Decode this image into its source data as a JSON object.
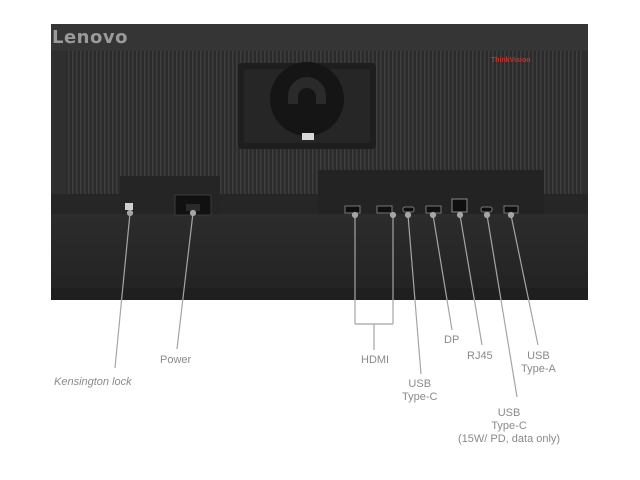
{
  "brand": {
    "logo_text": "Lenovo",
    "series_badge": "ThinkVision"
  },
  "ports": {
    "kensington": "Kensington lock",
    "power": "Power",
    "hdmi": "HDMI",
    "usbc": [
      "USB",
      "Type-C"
    ],
    "dp": "DP",
    "rj45": "RJ45",
    "usba": [
      "USB",
      "Type-A"
    ],
    "usbc_power": [
      "USB",
      "Type-C",
      "(15W/ PD, data only)"
    ]
  },
  "colors": {
    "monitor_body": "#2e2e2e",
    "callout_line": "#a5a5a5",
    "label_text": "#8a8a8a",
    "badge": "#c8322b"
  }
}
